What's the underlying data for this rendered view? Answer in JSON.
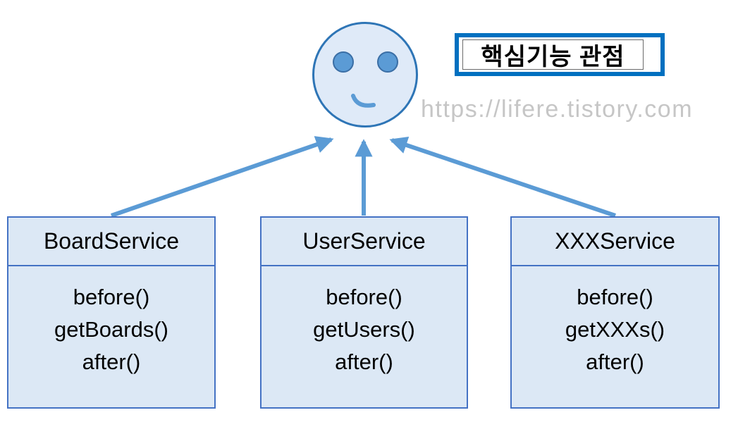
{
  "badge": {
    "text": "핵심기능 관점",
    "border_color": "#0070c0"
  },
  "watermark": {
    "text": "https://lifere.tistory.com",
    "color": "#c6c6c6"
  },
  "face": {
    "icon": "smiley-face-icon",
    "fill": "#dfeaf8",
    "border_color": "#2e75b6",
    "eye_color": "#5b9bd5"
  },
  "arrows": {
    "color": "#5b9bd5",
    "description": "each service box points up to the smiley face"
  },
  "services": [
    {
      "name": "BoardService",
      "methods": [
        "before()",
        "getBoards()",
        "after()"
      ]
    },
    {
      "name": "UserService",
      "methods": [
        "before()",
        "getUsers()",
        "after()"
      ]
    },
    {
      "name": "XXXService",
      "methods": [
        "before()",
        "getXXXs()",
        "after()"
      ]
    }
  ],
  "colors": {
    "box_fill": "#dce8f5",
    "box_border": "#4472c4",
    "arrow": "#5b9bd5",
    "badge_border": "#0070c0",
    "face_border": "#2e75b6"
  }
}
